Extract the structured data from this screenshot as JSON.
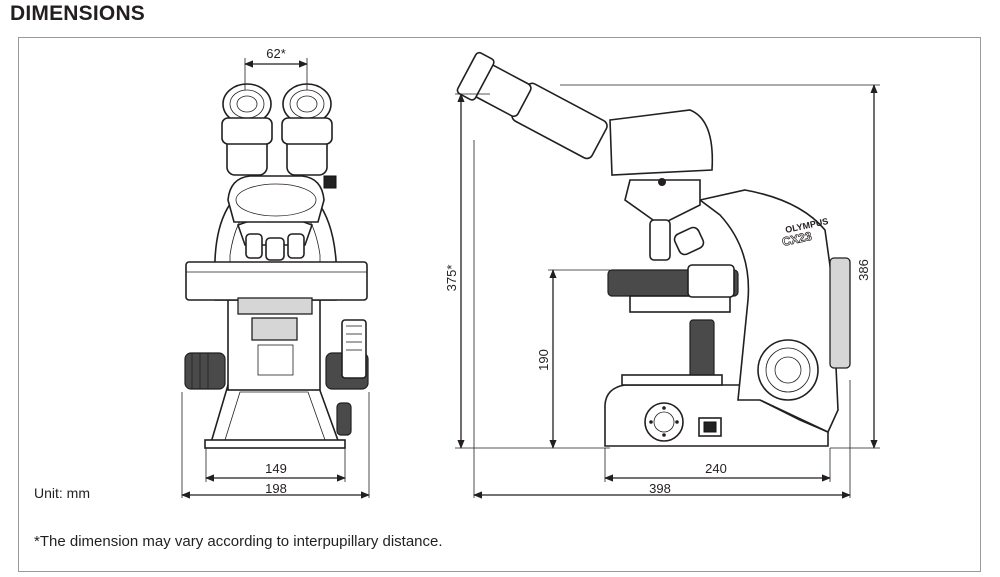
{
  "title": "DIMENSIONS",
  "unit": "Unit: mm",
  "footnote": "*The dimension may vary according to interpupillary distance.",
  "brand": {
    "logo": "OLYMPUS",
    "model": "CX23"
  },
  "front_view": {
    "top_width": "62*",
    "base_width": "149",
    "overall_width": "198"
  },
  "side_view": {
    "height_eyepiece": "375*",
    "height_overall": "386",
    "stage_height": "190",
    "base_depth": "240",
    "overall_depth": "398"
  }
}
